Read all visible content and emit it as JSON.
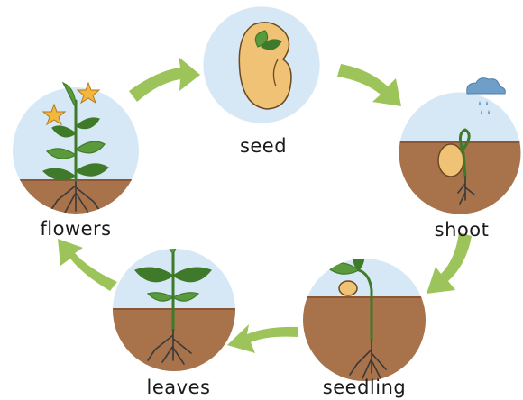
{
  "stages": [
    {
      "id": "seed",
      "label": "seed"
    },
    {
      "id": "shoot",
      "label": "shoot"
    },
    {
      "id": "seedling",
      "label": "seedling"
    },
    {
      "id": "leaves",
      "label": "leaves"
    },
    {
      "id": "flowers",
      "label": "flowers"
    }
  ],
  "colors": {
    "sky": "#d6e8f5",
    "soil": "#a8724a",
    "soil_dark": "#8a5634",
    "arrow": "#9cc45a",
    "leaf": "#5b9a3c",
    "leaf_dark": "#3e7a2a",
    "seed": "#f0c275",
    "flower": "#f4b63e",
    "root": "#3a3a3a",
    "rain": "#6f9fc9"
  }
}
